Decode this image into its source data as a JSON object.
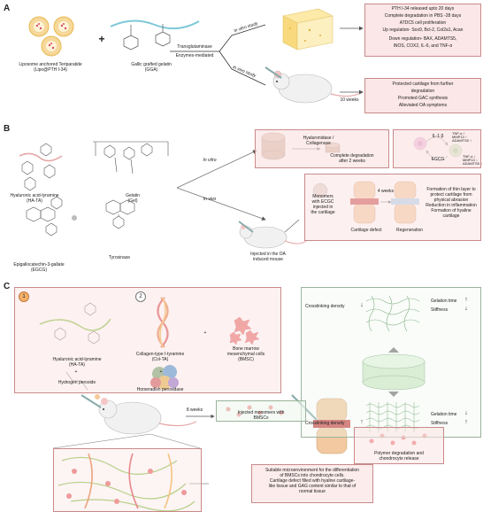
{
  "panels": {
    "a": "A",
    "b": "B",
    "c": "C"
  },
  "a": {
    "liposome_label": "Liposome anchored Teriparatide\n(Lipo@PTH I-34)",
    "plus": "+",
    "gga_label": "Gallic grafted gelatin\n(GGA)",
    "transglutaminase": "Transglutaminase",
    "enzymes": "Enzymes-mediated",
    "in_vitro": "In vitro study",
    "in_vivo": "In vivo study",
    "weeks": "10 weeks",
    "vitro_results": [
      "PTH I-34 released  upto 20 days",
      "Complete degradation in PBS -28 days",
      "ATDC5 cell proliferation",
      "Up regulation- Sox9, Bcl-2, Col2a1, Acan",
      "Down regulation- BAX, ADAMTS5,",
      "iNOS, COX2, IL-6, and TNF-α"
    ],
    "vivo_results": [
      "Protected cartilage from further",
      "degradation",
      "Promoted GAC synthesis",
      "Alleviated OA symptoms"
    ]
  },
  "b": {
    "ha_ty": "Hyaluronic acid-tyramine\n(HA-TA)",
    "gelatin": "Gelatin\n(Gel)",
    "egcg": "Epigallocatechin-3-gallate\n(EGCG)",
    "tyrosinase": "Tyrosinase",
    "in_vitro": "In vitro",
    "in_vivo": "In vivo",
    "hyaluronidase": "Hyaluronidase /\nCollagenase",
    "complete_deg": "Complete degradation\nafter 2 weeks",
    "il1b": "IL-1 β",
    "egcg_small": "EGCG",
    "markers_up": [
      "TNF-α ↑",
      "MMP13 ↑",
      "ADAMTS5 ↑"
    ],
    "markers_down": [
      "TNF-α ↓",
      "MMP13 ↓",
      "ADAMTS5 ↓"
    ],
    "monomers": "Monomers\nwith ECGC\ninjected in\nthe cartilage",
    "weeks4": "4 weeks",
    "defect": "Cartilage defect",
    "regen": "Regeneration",
    "outcomes": "Formation of thin layer to\nprotect cartilage from\nphysical abrasion\nReduction in inflammation\nFormation of hyaline\ncartilage",
    "mouse": "Injected in the OA\ninduced mouse"
  },
  "c": {
    "n1": "1",
    "n2": "2",
    "ha_ta": "Hyaluronic acid-tyramine\n(HA-TA)",
    "col_ta": "Collagen-type I-tyramine\n(Col-TA)",
    "bmsc": "Bone marrow\nmesenchymal cells\n(BMSC)",
    "plus": "+",
    "h2o2": "Hydrogen peroxide",
    "hrp": "Horseradish peroxidase",
    "crosslink": "Crosslinking density",
    "gelation": "Gelation time",
    "stiffness": "Stiffness",
    "arrow_down": "↓",
    "arrow_up": "↑",
    "weeks8": "8 weeks",
    "injected": "Injected monomers with\nBMSCs",
    "polymer": "Polymer degradation and\nchondrocyte release",
    "summary": "Suitable microenvironment for the differentiation\nof BMSCs into chondrocyte cells.\nCartilage defect filled with hyaline cartilage-\nlike tissue and GAG content similar to that of\nnormal tissue"
  },
  "colors": {
    "pink_box": "#fbe4e4",
    "green_box": "#eef6ee",
    "gelatin_line": "#7ec8d8",
    "ha_line": "#8bc34a",
    "red_mol": "#e05050"
  }
}
